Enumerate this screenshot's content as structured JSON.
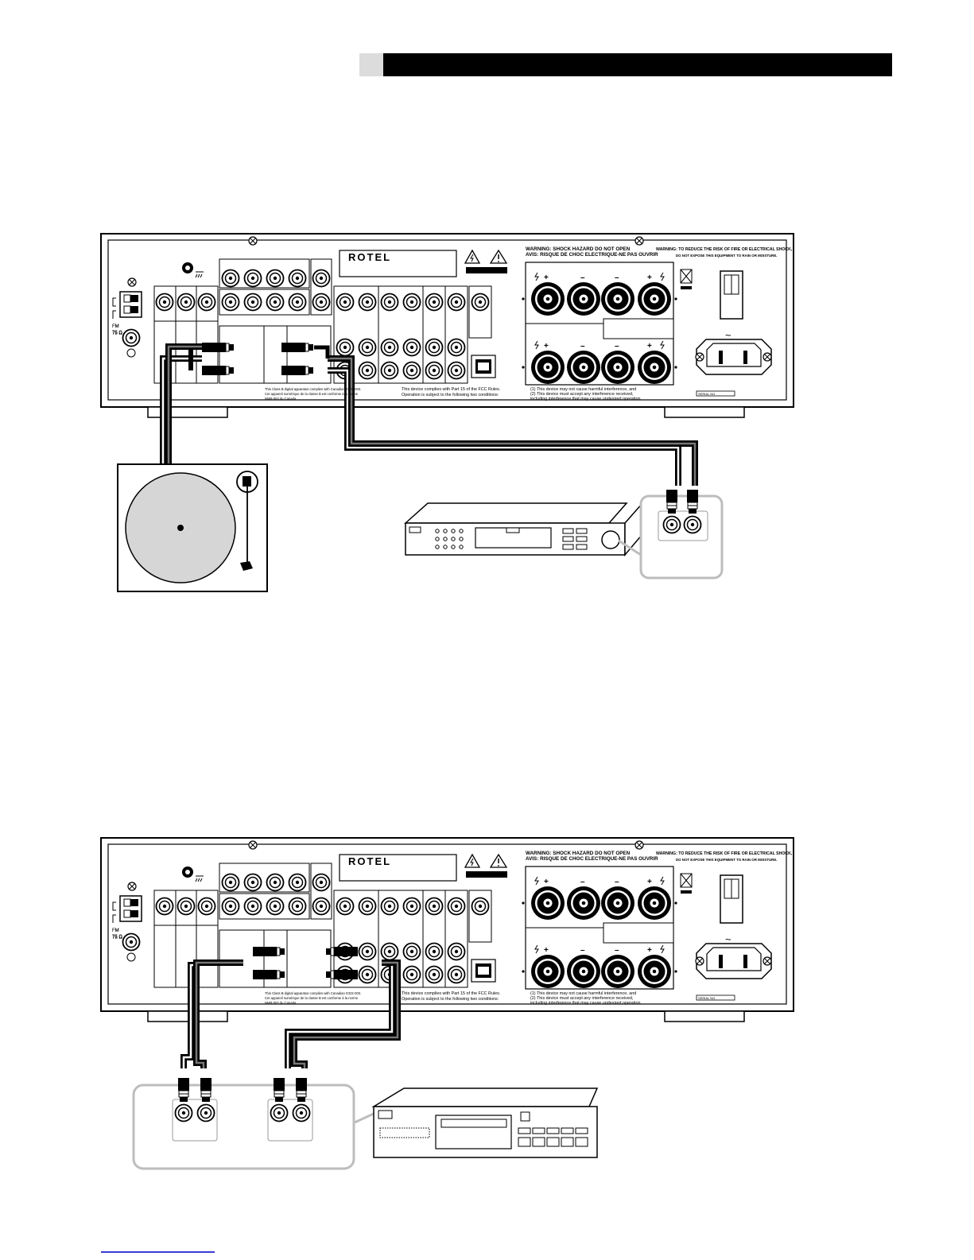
{
  "receiver": {
    "brand": "ROTEL",
    "warning_en": "WARNING:  SHOCK HAZARD DO NOT OPEN",
    "warning_fr": "AVIS:  RISQUE DE CHOC ELECTRIQUE-NE PAS OUVRIR",
    "fire_warning_1": "WARNING: TO REDUCE THE RISK OF FIRE OR ELECTRICAL SHOCK,",
    "fire_warning_2": "DO NOT EXPOSE THIS EQUIPMENT TO RAIN OR MOISTURE.",
    "fm_label": "FM",
    "fm_ohms": "75 Ω",
    "class_b_1": "This Class B digital apparatus complies with Canadian ICES-003.",
    "class_b_2": "Cet appareil numérique de la classe B est conforme à la norme",
    "class_b_3": "NMB-003 du Canada.",
    "fcc_1": "This device complies with Part 15 of the FCC Rules.",
    "fcc_2": "Operation is subject to the following two conditions:",
    "cond_1": "(1) This device may not cause harmful interference, and",
    "cond_2": "(2) This device must accept any interference received,",
    "cond_3": "including interference that may cause undesired operation.",
    "serial": "SERIAL NO.",
    "speaker_plus": "+",
    "speaker_minus": "–",
    "ac_symbol": "~"
  },
  "colors": {
    "cable_dark": "#111111",
    "cable_gray": "#777777",
    "callout": "#bdbdbd",
    "tab": "#dcdcdc",
    "link": "#3b3bd6"
  }
}
